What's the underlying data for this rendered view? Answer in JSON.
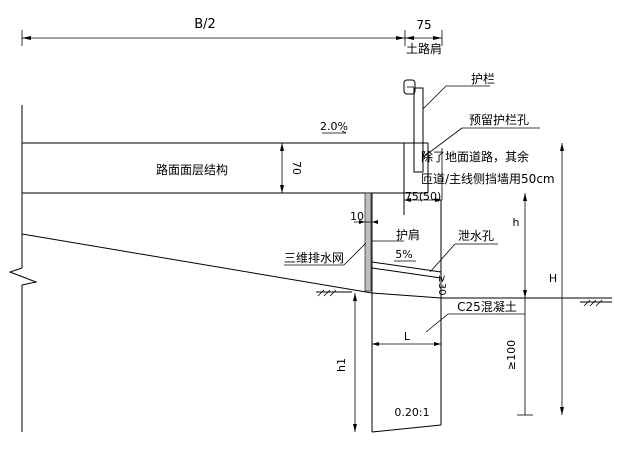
{
  "labels": {
    "half_width": "B/2",
    "shoulder_width": "75",
    "shoulder": "土路肩",
    "guardrail": "护栏",
    "guardrail_hole": "预留护栏孔",
    "slope_top": "2.0%",
    "pavement": "路面面层结构",
    "pavement_thickness": "70",
    "note_line1": "除了地面道路，其余",
    "note_line2": "匝道/主线侧挡墙用50cm",
    "hole_offset": "75(50)",
    "drain_net_width": "10",
    "drain_net": "三维排水网",
    "shoulder_protection": "护肩",
    "weep_hole": "泄水孔",
    "slope_weep": "5%",
    "weep_min": "≥30",
    "concrete": "C25混凝土",
    "dim_h": "h",
    "dim_H": "H",
    "dim_L": "L",
    "dim_h1": "h1",
    "min_100": "≥100",
    "wall_batter": "0.20:1"
  }
}
